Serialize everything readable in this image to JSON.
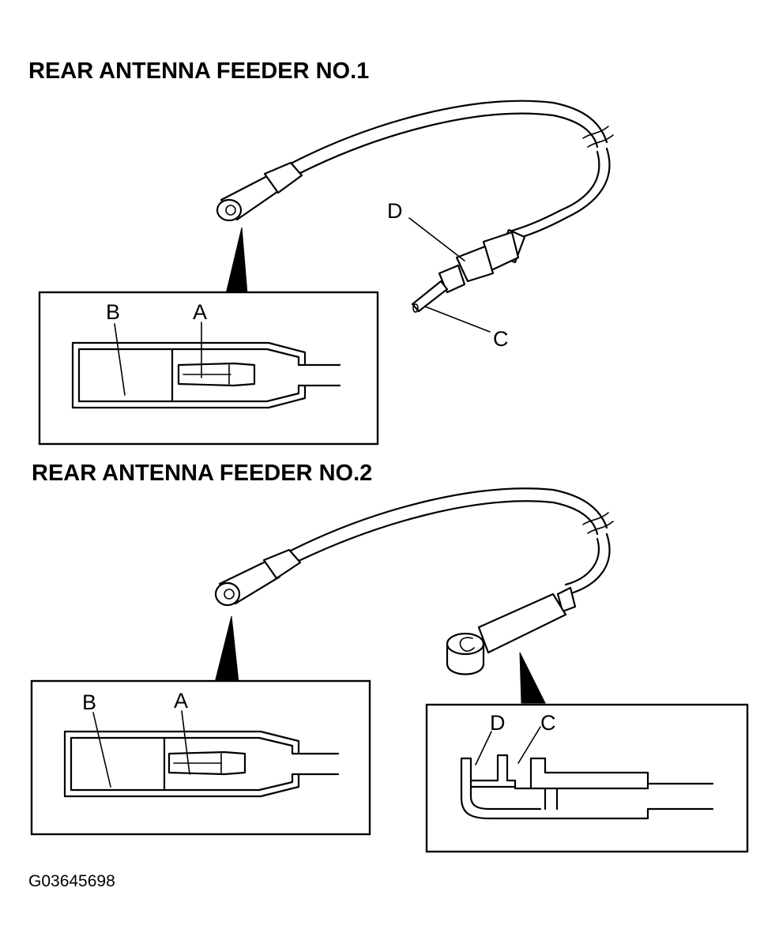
{
  "feeder1": {
    "title": "REAR ANTENNA FEEDER NO.1",
    "callouts": {
      "a": "A",
      "b": "B",
      "c": "C",
      "d": "D"
    }
  },
  "feeder2": {
    "title": "REAR ANTENNA FEEDER NO.2",
    "callouts": {
      "a": "A",
      "b": "B",
      "c": "C",
      "d": "D"
    }
  },
  "figure_id": "G03645698"
}
